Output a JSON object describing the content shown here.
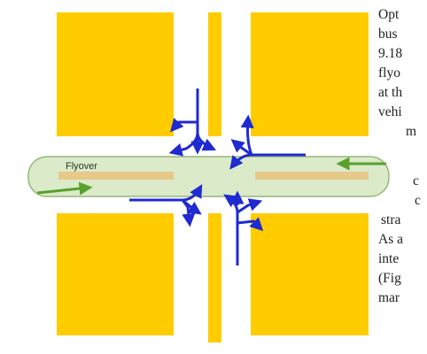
{
  "diagram": {
    "flyover_label": "Flyover",
    "colors": {
      "block": "#ffcc00",
      "flyover_fill": "#d8e8c4",
      "flyover_stroke": "#96b87a",
      "traffic_arrow": "#1f2ad1",
      "flyover_arrow": "#5aa02c"
    },
    "icons": [
      "turn-arrow-north",
      "turn-arrow-east",
      "turn-arrow-west",
      "turn-arrow-south",
      "flyover-arrow-east",
      "flyover-arrow-west"
    ]
  },
  "cropped_text_lines": [
    "Opt",
    "bus",
    "9.18",
    "flyo",
    "at th",
    "vehi",
    "m",
    "c",
    "c",
    "stra",
    "As a",
    "inte",
    "(Fig",
    "mar"
  ]
}
